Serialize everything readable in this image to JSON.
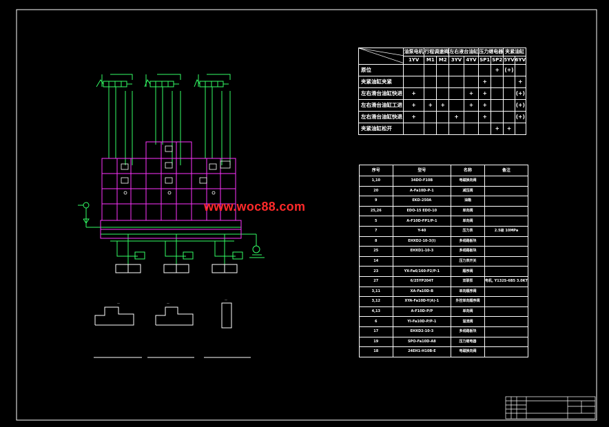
{
  "watermark": "www.woc88.com",
  "sequence_table": {
    "header_groups": [
      "油泵电机",
      "行程调速阀",
      "左右液台油缸",
      "压力继电器",
      "夹紧油缸"
    ],
    "header_codes": [
      "1YV",
      "M1",
      "M2",
      "3YV",
      "4YV",
      "SP1",
      "SP2",
      "5YV",
      "6YV"
    ],
    "rows": [
      {
        "name": "原位",
        "marks": [
          "",
          "",
          "",
          "",
          "",
          "",
          "+",
          "(+)",
          ""
        ]
      },
      {
        "name": "夹紧油缸夹紧",
        "marks": [
          "",
          "",
          "",
          "",
          "",
          "+",
          "",
          "",
          "+"
        ]
      },
      {
        "name": "左右滑台油缸快进",
        "marks": [
          "+",
          "",
          "",
          "",
          "+",
          "+",
          "",
          "",
          "(+)"
        ]
      },
      {
        "name": "左右滑台油缸工进",
        "marks": [
          "+",
          "+",
          "+",
          "",
          "+",
          "+",
          "",
          "",
          "(+)"
        ]
      },
      {
        "name": "左右滑台油缸快退",
        "marks": [
          "+",
          "",
          "",
          "+",
          "",
          "+",
          "",
          "",
          "(+)"
        ]
      },
      {
        "name": "夹紧油缸松开",
        "marks": [
          "",
          "",
          "",
          "",
          "",
          "",
          "+",
          "+",
          ""
        ]
      }
    ]
  },
  "parts_table": {
    "headers": [
      "序号",
      "型号",
      "名称",
      "备注"
    ],
    "rows": [
      [
        "1,10",
        "34DO-F10B",
        "电磁换向阀",
        ""
      ],
      [
        "20",
        "A-Fa10D-P-1",
        "减压阀",
        ""
      ],
      [
        "9",
        "EKD-250A",
        "油箱",
        ""
      ],
      [
        "25,26",
        "EDO-15  EDO-10",
        "单向阀",
        ""
      ],
      [
        "5",
        "A-F10D-FP1/P-1",
        "单向阀",
        ""
      ],
      [
        "7",
        "Y-40",
        "压力表",
        "2.5级 10MPa"
      ],
      [
        "8",
        "EHXD2-10-3(I)",
        "多线路板块",
        ""
      ],
      [
        "25",
        "EHXD1-10-3",
        "多线路板块",
        ""
      ],
      [
        "14",
        "",
        "压力表开关",
        ""
      ],
      [
        "23",
        "YX-Fa6/160-P2/P-1",
        "顺序阀",
        ""
      ],
      [
        "27",
        "6/25YP204T",
        "双联泵",
        "电机, Y132S-6B5  3.0KT"
      ],
      [
        "3,11",
        "XA-Fa10D-B",
        "单向顺序阀",
        ""
      ],
      [
        "3,12",
        "XYA-Fa10D-Y(A)-1",
        "外控单向顺序阀",
        ""
      ],
      [
        "4,13",
        "A-F10D-P/P",
        "单向阀",
        ""
      ],
      [
        "6",
        "YI-Fa10D-P/P-1",
        "溢流阀",
        ""
      ],
      [
        "17",
        "EHXD2-10-3",
        "多线路板块",
        ""
      ],
      [
        "19",
        "SPO-Fa10D-A8",
        "压力继电器",
        ""
      ],
      [
        "18",
        "24EH1-H10B-E",
        "电磁换向阀",
        ""
      ]
    ]
  },
  "colors": {
    "hydraulic_lines": "#33ff66",
    "valve_manifold": "#ff33ff",
    "frame": "#ffffff",
    "watermark": "#ff2a2a",
    "background": "#000000"
  }
}
